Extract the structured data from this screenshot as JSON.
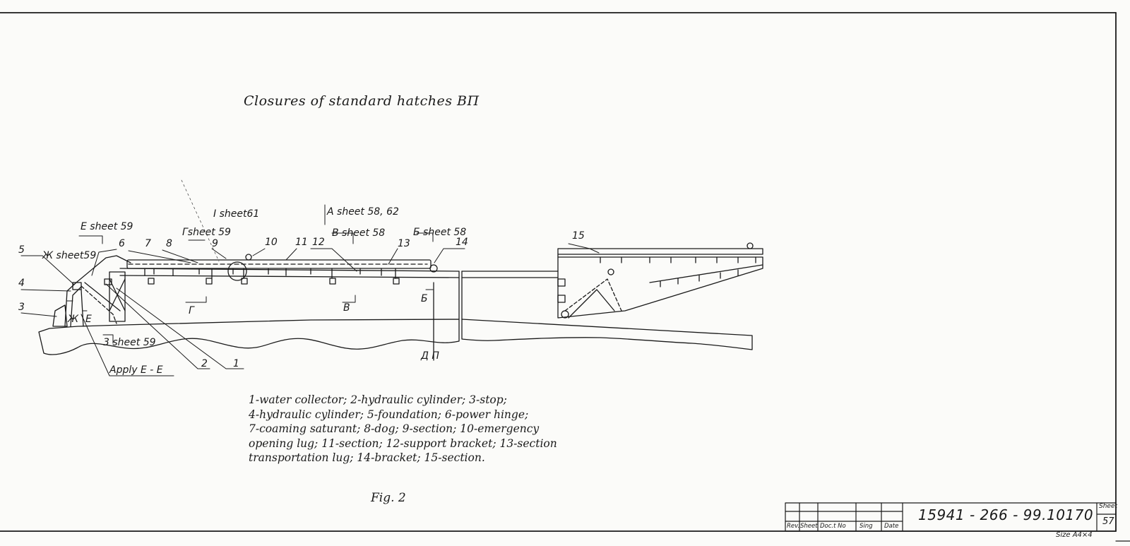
{
  "title": "Closures of standard hatches ВП",
  "callouts": {
    "n1": "1",
    "n2": "2",
    "n3": "3",
    "n4": "4",
    "n5": "5",
    "n6": "6",
    "n7": "7",
    "n8": "8",
    "n9": "9",
    "n10": "10",
    "n11": "11",
    "n12": "12",
    "n13": "13",
    "n14": "14",
    "n15": "15"
  },
  "section_refs": {
    "e": "E  sheet 59",
    "zh": "Ж sheet59",
    "g": "Гsheet 59",
    "i": "I  sheet61",
    "a": "A  sheet 58, 62",
    "v": "B  sheet 58",
    "b": "Б sheet 58",
    "z": "3  sheet 59",
    "apply": "Apply E - E",
    "dp": "Д  П",
    "g_mark": "Г",
    "v_mark": "B",
    "b_mark": "Б",
    "zh_mark": "Ж",
    "e_mark": "E"
  },
  "legend": [
    "1-water collector; 2-hydraulic cylinder; 3-stop;",
    "4-hydraulic cylinder; 5-foundation; 6-power hinge;",
    "7-coaming saturant; 8-dog; 9-section; 10-emergency",
    "opening lug; 11-section; 12-support bracket; 13-section",
    "transportation lug; 14-bracket; 15-section."
  ],
  "figure_caption": "Fig. 2",
  "title_block": {
    "col_rev": "Rev.",
    "col_sheet": "Sheet",
    "col_doc": "Doc.t No",
    "col_sign": "Sing",
    "col_date": "Date",
    "doc_number": "15941 - 266 - 99.10170",
    "sheet_label": "Sheet",
    "sheet_number": "57",
    "size": "Size A4×4"
  }
}
